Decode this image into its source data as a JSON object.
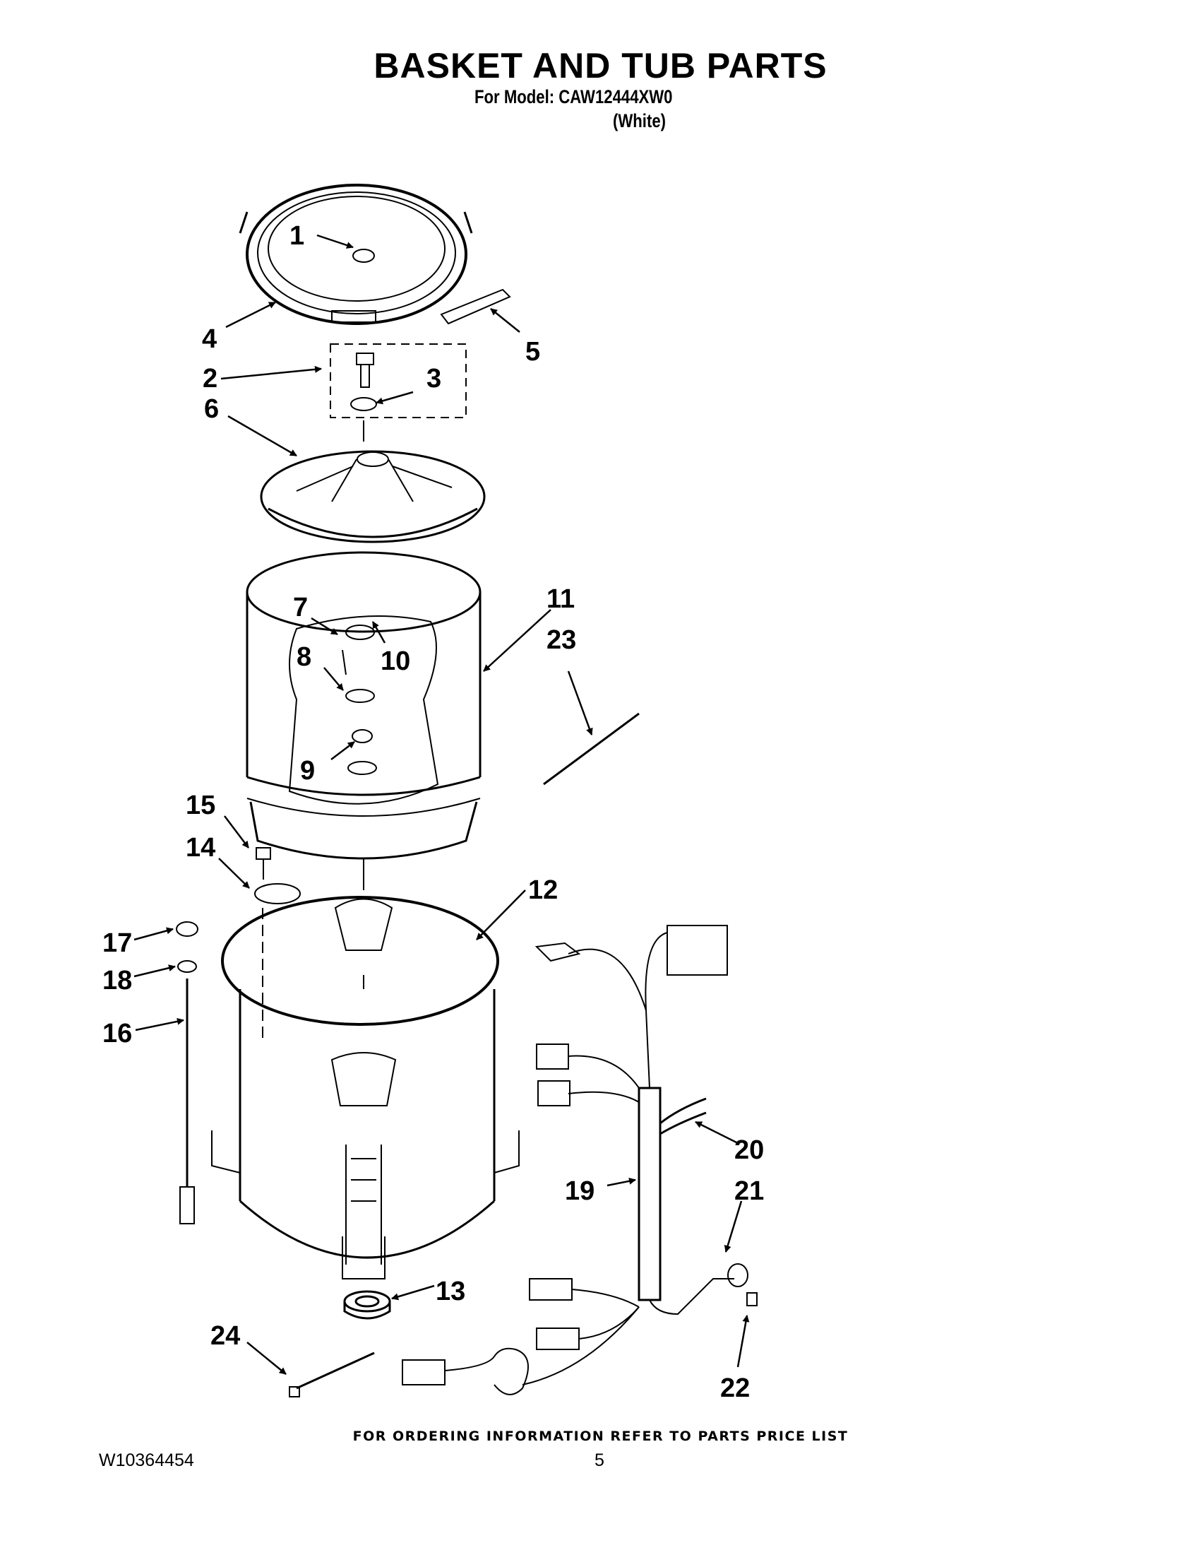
{
  "header": {
    "title": "BASKET AND TUB PARTS",
    "model_line": "For Model: CAW12444XW0",
    "color_line": "(White)"
  },
  "callouts": [
    "1",
    "2",
    "3",
    "4",
    "5",
    "6",
    "7",
    "8",
    "9",
    "10",
    "11",
    "12",
    "13",
    "14",
    "15",
    "16",
    "17",
    "18",
    "19",
    "20",
    "21",
    "22",
    "23",
    "24"
  ],
  "footer": {
    "ordering_note": "FOR ORDERING INFORMATION REFER TO PARTS PRICE LIST",
    "document_number": "W10364454",
    "page_number": "5"
  }
}
